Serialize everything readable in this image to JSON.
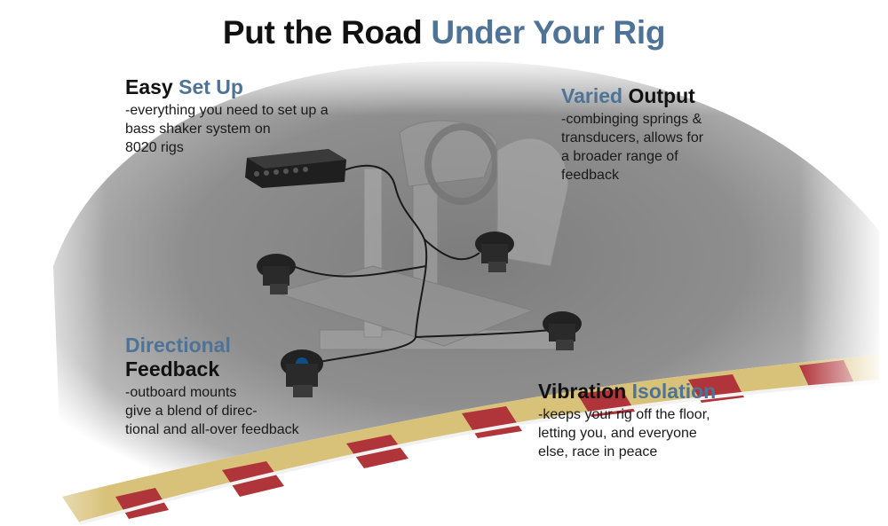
{
  "title": {
    "part1": "Put the Road ",
    "part2": "Under Your Rig"
  },
  "features": {
    "easy": {
      "head_plain": "Easy ",
      "head_accent": "Set Up",
      "desc": "-everything you need to set up a\nbass shaker system on\n8020 rigs"
    },
    "varied": {
      "head_accent": "Varied ",
      "head_plain": "Output",
      "desc": "-combinging springs &\ntransducers, allows for\na broader range of\nfeedback"
    },
    "directional": {
      "head_accent": "Directional",
      "head_plain": "Feedback",
      "desc": "-outboard mounts\ngive a blend of direc-\ntional and all-over feedback"
    },
    "vibration": {
      "head_plain": "Vibration ",
      "head_accent": "Isolation",
      "desc": "-keeps your rig off the floor,\nletting you, and everyone\nelse, race in peace"
    }
  },
  "colors": {
    "accent": "#4e7396",
    "text": "#111111",
    "road": "#8a8a8a",
    "curb_red": "#b0353a",
    "curb_yellow": "#d8c27a"
  }
}
